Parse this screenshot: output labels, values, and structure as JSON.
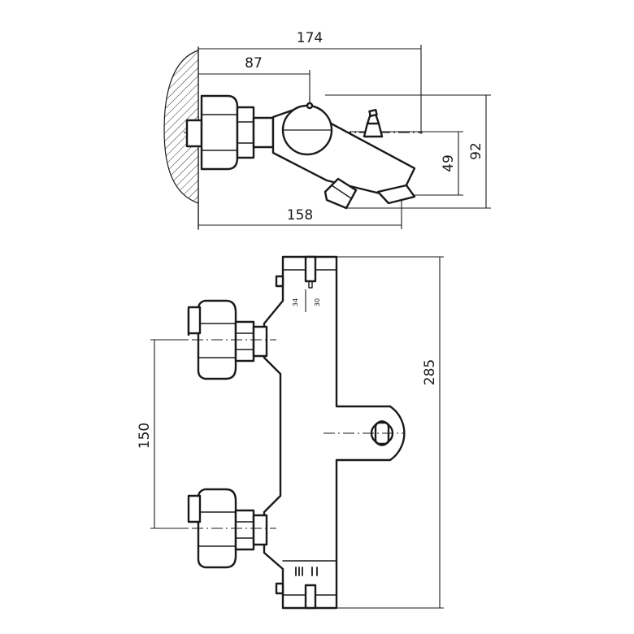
{
  "dimensions": {
    "top_width_total": "174",
    "top_width_axis": "87",
    "top_width_base": "158",
    "top_height_total": "92",
    "top_height_outlet": "49",
    "front_height": "285",
    "front_inlet_spacing": "150"
  },
  "scale_labels": {
    "mark_34": "34",
    "mark_30": "30"
  }
}
